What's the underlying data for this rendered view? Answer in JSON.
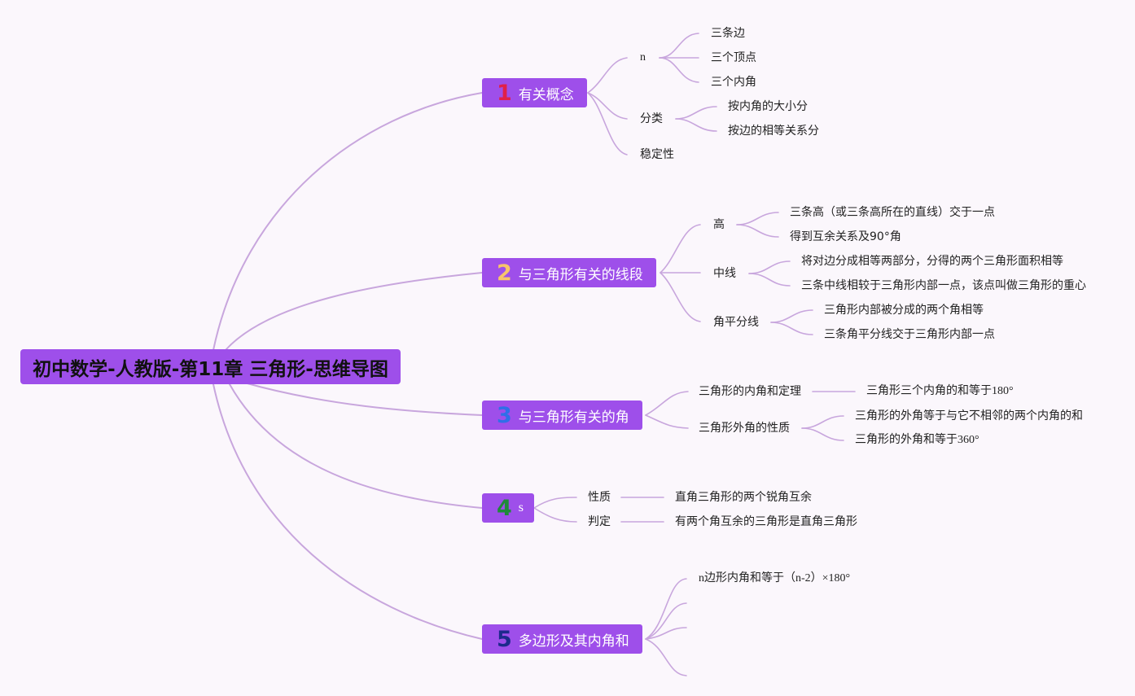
{
  "root": {
    "title": "初中数学-人教版-第11章 三角形-思维导图"
  },
  "branch1": {
    "num": "1",
    "num_color": "#e0204a",
    "label": "有关概念",
    "n": "n",
    "n_items": [
      "三条边",
      "三个顶点",
      "三个内角"
    ],
    "classify": "分类",
    "classify_items": [
      "按内角的大小分",
      "按边的相等关系分"
    ],
    "stability": "稳定性"
  },
  "branch2": {
    "num": "2",
    "num_color": "#f7c46b",
    "label": "与三角形有关的线段",
    "height": "高",
    "height_items": [
      "三条高（或三条高所在的直线）交于一点",
      "得到互余关系及90°角"
    ],
    "median": "中线",
    "median_items": [
      "将对边分成相等两部分，分得的两个三角形面积相等",
      "三条中线相较于三角形内部一点，该点叫做三角形的重心"
    ],
    "bisector": "角平分线",
    "bisector_items": [
      "三角形内部被分成的两个角相等",
      "三条角平分线交于三角形内部一点"
    ]
  },
  "branch3": {
    "num": "3",
    "num_color": "#2f6fe8",
    "label": "与三角形有关的角",
    "theorem": "三角形的内角和定理",
    "theorem_item": "三角形三个内角的和等于180°",
    "exterior": "三角形外角的性质",
    "exterior_items": [
      "三角形的外角等于与它不相邻的两个内角的和",
      "三角形的外角和等于360°"
    ]
  },
  "branch4": {
    "num": "4",
    "num_color": "#1f8a3a",
    "label": "s",
    "property": "性质",
    "property_item": "直角三角形的两个锐角互余",
    "judge": "判定",
    "judge_item": "有两个角互余的三角形是直角三角形"
  },
  "branch5": {
    "num": "5",
    "num_color": "#1c2a8c",
    "label": "多边形及其内角和",
    "items": [
      "n边形内角和等于（n-2）×180°"
    ]
  }
}
